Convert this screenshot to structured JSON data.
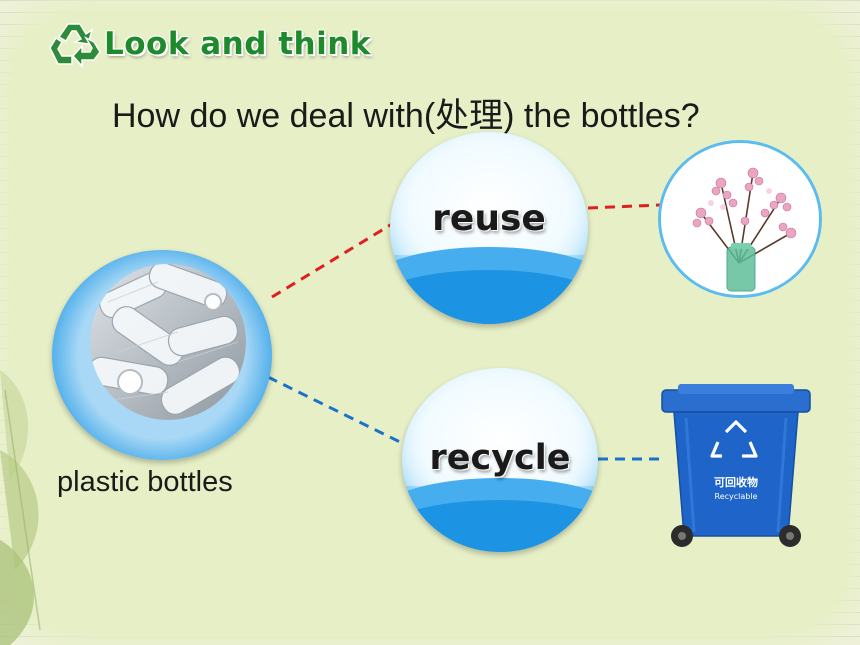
{
  "header": {
    "title": "Look and think",
    "logo_icon": "recycle-icon",
    "logo_color": "#2e8b3a"
  },
  "question": "How do we deal with(处理) the bottles?",
  "items": {
    "source_label": "plastic bottles",
    "reuse_label": "reuse",
    "recycle_label": "recycle"
  },
  "images": {
    "bottles": "plastic-bottles-photo",
    "flowers": "flower-vase-photo",
    "bin": "recycling-bin-photo"
  },
  "bin_text": {
    "chinese": "可回收物",
    "english": "Recyclable"
  },
  "colors": {
    "reuse_line": "#e02020",
    "recycle_line": "#1a73c9",
    "bin_blue": "#1f64c8",
    "circle_blue": "#1e97e5"
  }
}
